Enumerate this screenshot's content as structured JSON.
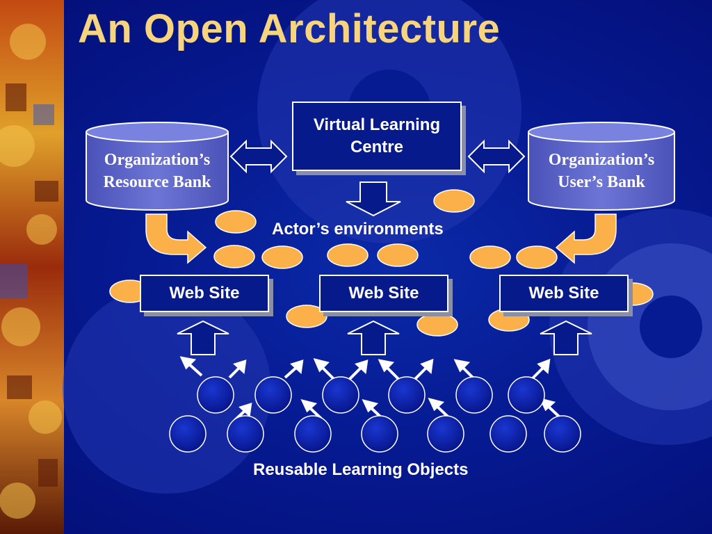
{
  "slide": {
    "title": "An Open Architecture"
  },
  "diagram": {
    "center_box": {
      "line1": "Virtual Learning",
      "line2": "Centre"
    },
    "resource_bank": {
      "line1": "Organization’s",
      "line2": "Resource Bank"
    },
    "user_bank": {
      "line1": "Organization’s",
      "line2": "User’s Bank"
    },
    "actors_label": "Actor’s environments",
    "web_sites": [
      {
        "label": "Web Site"
      },
      {
        "label": "Web Site"
      },
      {
        "label": "Web Site"
      }
    ],
    "objects_label": "Reusable Learning Objects"
  },
  "colors": {
    "background": "#061a92",
    "title": "#f6d57e",
    "actor_ellipse": "#fbb04a",
    "learning_object": "#0a1ea6",
    "cylinder": "#5b63c8"
  }
}
